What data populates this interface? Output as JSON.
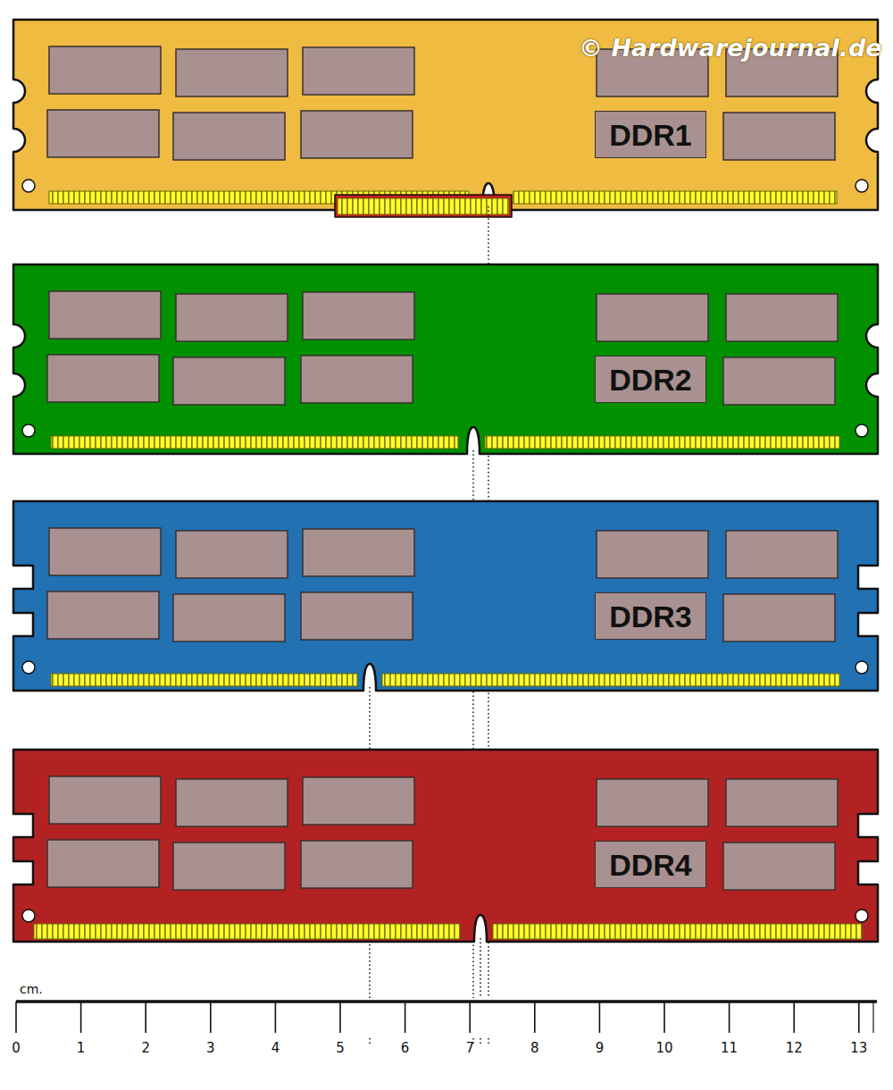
{
  "diagram": {
    "nodes": [
      {
        "text": [
          "DDR1"
        ]
      },
      {
        "text": [
          "DDR2"
        ]
      },
      {
        "text": [
          "DDR3"
        ]
      },
      {
        "text": [
          "DDR4"
        ]
      }
    ],
    "labels": [
      "© Hardwarejournal.de",
      "cm.",
      "0",
      "1",
      "2",
      "3",
      "4",
      "5",
      "6",
      "7",
      "8",
      "9",
      "10",
      "11",
      "12",
      "13"
    ]
  }
}
